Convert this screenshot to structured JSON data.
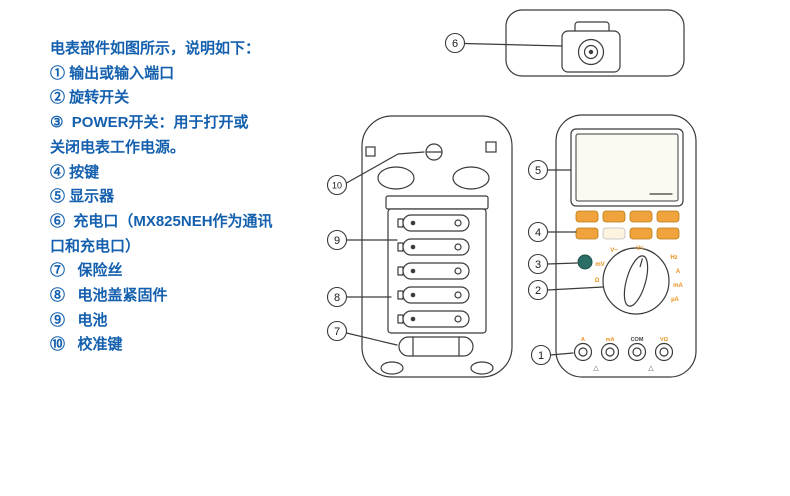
{
  "page": {
    "background": "#ffffff",
    "text_color": "#1460ae",
    "line_color": "#3a3a3a",
    "accent_orange": "#e8921e",
    "button_amber": "#f0a33c",
    "power_button_color": "#2a6e66"
  },
  "description": {
    "lines": [
      "电表部件如图所示，说明如下：",
      "① 输出或输入端口",
      "② 旋转开关",
      "③  POWER开关：用于打开或",
      "关闭电表工作电源。",
      "④ 按键",
      "⑤ 显示器",
      "⑥  充电口（MX825NEH作为通讯",
      "口和充电口）",
      "⑦   保险丝",
      "⑧   电池盖紧固件",
      "⑨   电池",
      "⑩   校准键"
    ]
  },
  "callouts": {
    "n1": "1",
    "n2": "2",
    "n3": "3",
    "n4": "4",
    "n5": "5",
    "n6": "6",
    "n7": "7",
    "n8": "8",
    "n9": "9",
    "n10": "10"
  },
  "front_panel": {
    "dial_labels": [
      "V~",
      "V=",
      "mV",
      "Ω",
      "Hz",
      "A",
      "mA",
      "µA"
    ],
    "jack_labels": [
      "A",
      "mA",
      "COM",
      "VΩ"
    ],
    "warning_symbol": "△"
  }
}
